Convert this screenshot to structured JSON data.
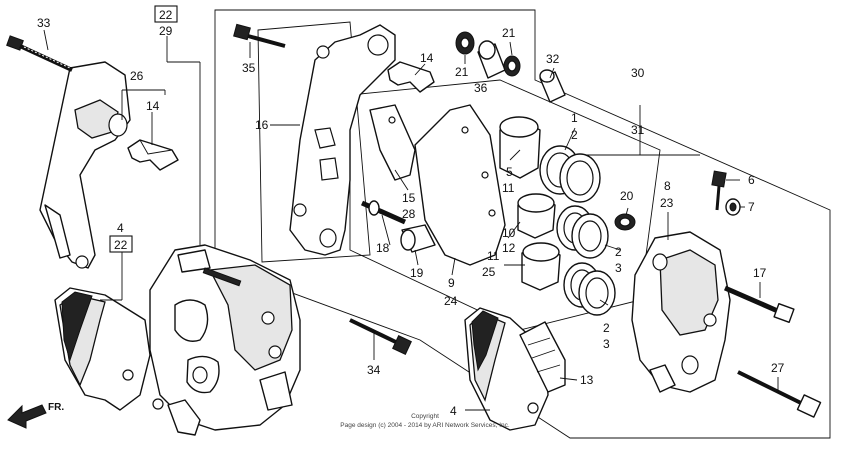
{
  "labels": {
    "l33": "33",
    "l22a": "22",
    "l29": "29",
    "l26": "26",
    "l14a": "14",
    "l4a": "4",
    "l22b": "22",
    "l35": "35",
    "l16": "16",
    "l14b": "14",
    "l21a": "21",
    "l21b": "21",
    "l36": "36",
    "l32": "32",
    "l30": "30",
    "l31": "31",
    "l1": "1",
    "l2a": "2",
    "l5": "5",
    "l11a": "11",
    "l15": "15",
    "l28": "28",
    "l18": "18",
    "l19": "19",
    "l9": "9",
    "l24": "24",
    "l10": "10",
    "l12": "12",
    "l11b": "11",
    "l25": "25",
    "l2b": "2",
    "l3a": "3",
    "l2c": "2",
    "l3b": "3",
    "l20": "20",
    "l8": "8",
    "l23": "23",
    "l6": "6",
    "l7": "7",
    "l17": "17",
    "l27": "27",
    "l34": "34",
    "l13": "13",
    "l4b": "4"
  },
  "front_arrow": "FR.",
  "copyright": {
    "line1": "Copyright",
    "line2": "Page design (c) 2004 - 2014 by ARI Network Services, Inc."
  }
}
